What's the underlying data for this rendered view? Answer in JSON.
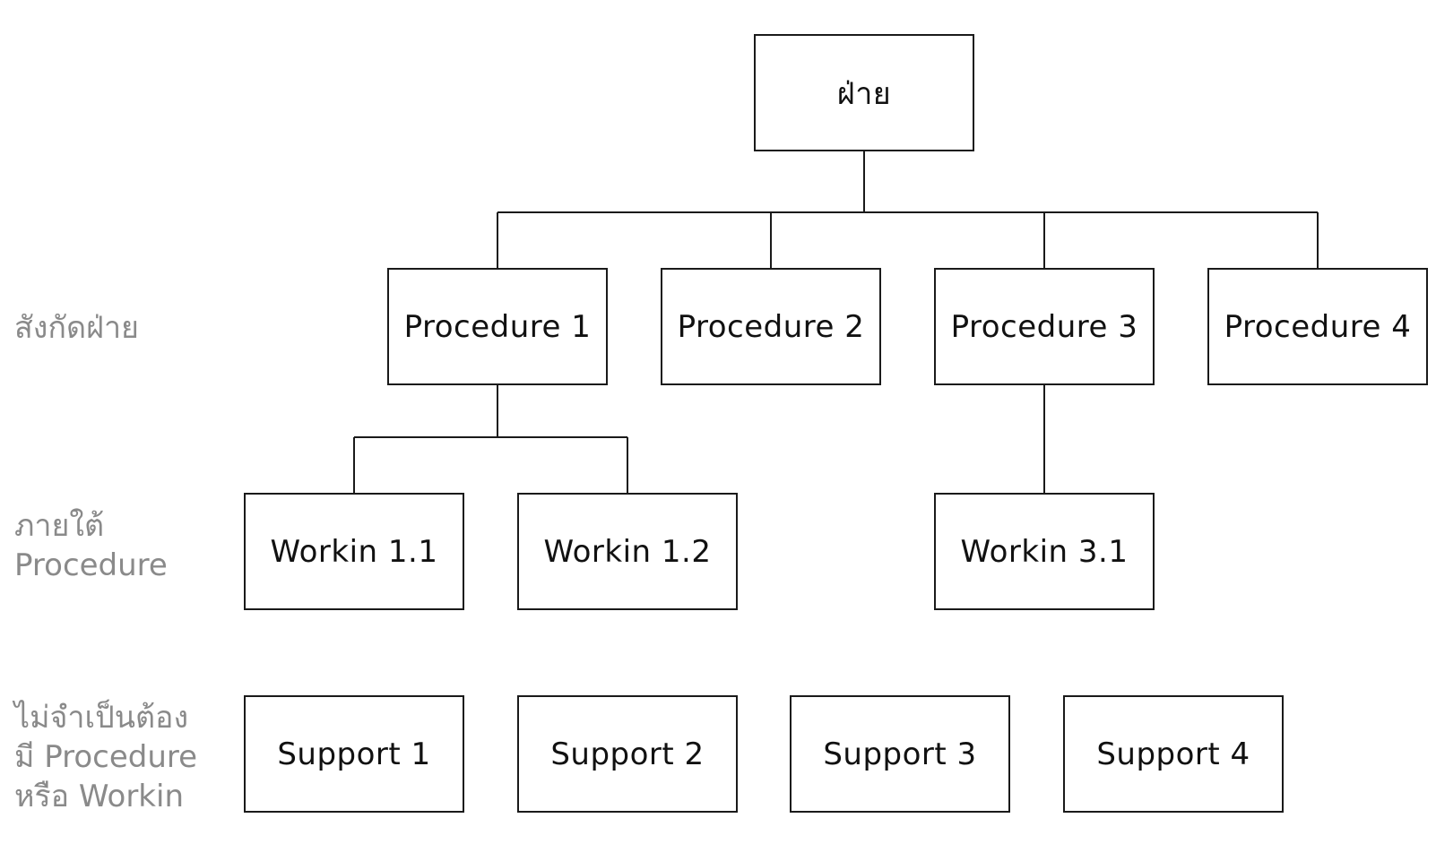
{
  "diagram": {
    "root": {
      "label": "ฝ่าย"
    },
    "procedures": [
      {
        "label": "Procedure 1"
      },
      {
        "label": "Procedure 2"
      },
      {
        "label": "Procedure 3"
      },
      {
        "label": "Procedure 4"
      }
    ],
    "workins": [
      {
        "label": "Workin 1.1",
        "parent": "Procedure 1"
      },
      {
        "label": "Workin 1.2",
        "parent": "Procedure 1"
      },
      {
        "label": "Workin 3.1",
        "parent": "Procedure 3"
      }
    ],
    "supports": [
      {
        "label": "Support 1"
      },
      {
        "label": "Support 2"
      },
      {
        "label": "Support 3"
      },
      {
        "label": "Support 4"
      }
    ],
    "row_labels": {
      "row1": [
        "สังกัดฝ่าย"
      ],
      "row2": [
        "ภายใต้",
        "Procedure"
      ],
      "row3": [
        "ไม่จำเป็นต้อง",
        "มี Procedure",
        "หรือ Workin"
      ]
    }
  }
}
